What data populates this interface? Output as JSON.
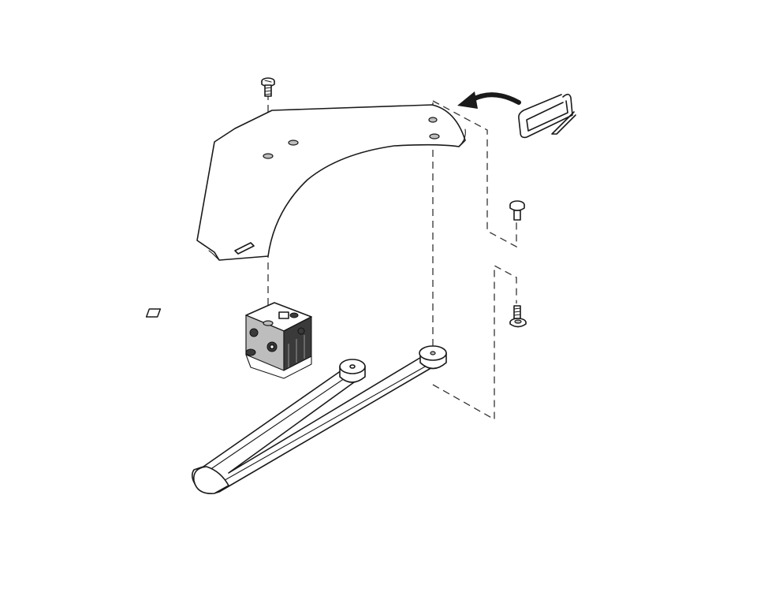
{
  "diagram": {
    "colors": {
      "line": "#1a1a1a",
      "background": "#ffffff",
      "fill_light": "#bdbdbd",
      "fill_dark": "#3a3a3a"
    },
    "parts": [
      {
        "id": "top-screw",
        "icon": "screw-icon"
      },
      {
        "id": "mounting-bracket-plate",
        "icon": "plate-icon"
      },
      {
        "id": "retaining-clip",
        "icon": "spring-clip-icon"
      },
      {
        "id": "rotate-arrow",
        "icon": "curved-arrow-icon"
      },
      {
        "id": "short-pin",
        "icon": "pin-icon"
      },
      {
        "id": "long-pin",
        "icon": "pin-icon"
      },
      {
        "id": "clamp-block",
        "icon": "clamp-block-icon"
      },
      {
        "id": "pivot-arm",
        "icon": "arm-icon"
      }
    ]
  }
}
